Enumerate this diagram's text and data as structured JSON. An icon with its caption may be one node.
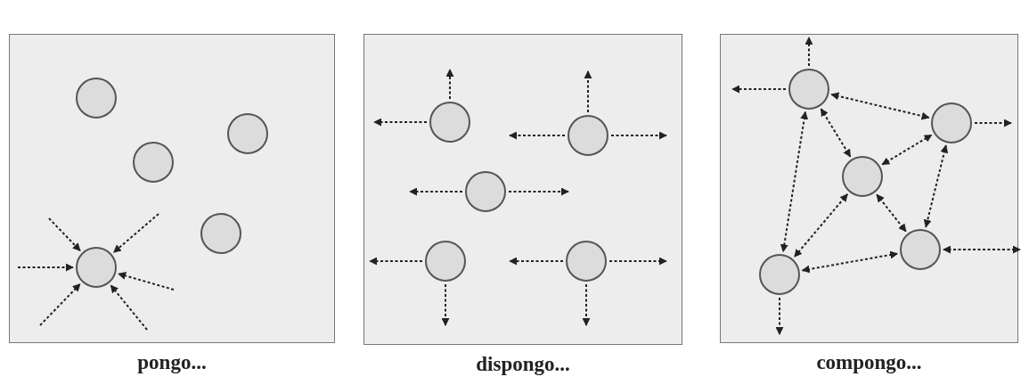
{
  "diagram": {
    "nodes": [
      {
        "text": [
          "pongo..."
        ]
      },
      {
        "text": [],
        "shape": "circle",
        "in": 0
      },
      {
        "text": [],
        "shape": "circle",
        "in": 0
      },
      {
        "text": [],
        "shape": "circle",
        "in": 0
      },
      {
        "text": [],
        "shape": "circle",
        "in": 0
      },
      {
        "text": [],
        "shape": "circle",
        "in": 0
      },
      {
        "text": [
          "dispongo..."
        ]
      },
      {
        "text": [],
        "shape": "circle",
        "in": 6
      },
      {
        "text": [],
        "shape": "circle",
        "in": 6
      },
      {
        "text": [],
        "shape": "circle",
        "in": 6
      },
      {
        "text": [],
        "shape": "circle",
        "in": 6
      },
      {
        "text": [],
        "shape": "circle",
        "in": 6
      },
      {
        "text": [
          "compongo..."
        ]
      },
      {
        "text": [],
        "shape": "circle",
        "in": 12
      },
      {
        "text": [],
        "shape": "circle",
        "in": 12
      },
      {
        "text": [],
        "shape": "circle",
        "in": 12
      },
      {
        "text": [],
        "shape": "circle",
        "in": 12
      },
      {
        "text": [],
        "shape": "circle",
        "in": 12
      }
    ],
    "edges": [
      {
        "from": null,
        "to": 5,
        "arrow": "to",
        "style": "dashed"
      },
      {
        "from": null,
        "to": 5,
        "arrow": "to",
        "style": "dashed"
      },
      {
        "from": null,
        "to": 5,
        "arrow": "to",
        "style": "dashed"
      },
      {
        "from": null,
        "to": 5,
        "arrow": "to",
        "style": "dashed"
      },
      {
        "from": null,
        "to": 5,
        "arrow": "to",
        "style": "dashed"
      },
      {
        "from": null,
        "to": 5,
        "arrow": "to",
        "style": "dashed"
      },
      {
        "from": 7,
        "to": null,
        "arrow": "to",
        "style": "dashed"
      },
      {
        "from": 7,
        "to": null,
        "arrow": "to",
        "style": "dashed"
      },
      {
        "from": 8,
        "to": null,
        "arrow": "to",
        "style": "dashed"
      },
      {
        "from": 8,
        "to": null,
        "arrow": "to",
        "style": "dashed"
      },
      {
        "from": 8,
        "to": null,
        "arrow": "to",
        "style": "dashed"
      },
      {
        "from": 9,
        "to": null,
        "arrow": "to",
        "style": "dashed"
      },
      {
        "from": 9,
        "to": null,
        "arrow": "to",
        "style": "dashed"
      },
      {
        "from": 10,
        "to": null,
        "arrow": "to",
        "style": "dashed"
      },
      {
        "from": 10,
        "to": null,
        "arrow": "to",
        "style": "dashed"
      },
      {
        "from": 11,
        "to": null,
        "arrow": "to",
        "style": "dashed"
      },
      {
        "from": 11,
        "to": null,
        "arrow": "to",
        "style": "dashed"
      },
      {
        "from": 11,
        "to": null,
        "arrow": "to",
        "style": "dashed"
      },
      {
        "from": 13,
        "to": null,
        "arrow": "to",
        "style": "dashed"
      },
      {
        "from": 13,
        "to": null,
        "arrow": "to",
        "style": "dashed"
      },
      {
        "from": 13,
        "to": 14,
        "arrow": "both",
        "style": "dashed"
      },
      {
        "from": 13,
        "to": 15,
        "arrow": "both",
        "style": "dashed"
      },
      {
        "from": 13,
        "to": 17,
        "arrow": "both",
        "style": "dashed"
      },
      {
        "from": 14,
        "to": null,
        "arrow": "to",
        "style": "dashed"
      },
      {
        "from": 15,
        "to": 14,
        "arrow": "both",
        "style": "dashed"
      },
      {
        "from": 14,
        "to": 16,
        "arrow": "both",
        "style": "dashed"
      },
      {
        "from": 15,
        "to": 17,
        "arrow": "both",
        "style": "dashed"
      },
      {
        "from": 15,
        "to": 16,
        "arrow": "both",
        "style": "dashed"
      },
      {
        "from": 17,
        "to": 16,
        "arrow": "both",
        "style": "dashed"
      },
      {
        "from": 16,
        "to": null,
        "arrow": "both",
        "style": "dashed"
      },
      {
        "from": 17,
        "to": null,
        "arrow": "to",
        "style": "dashed"
      }
    ]
  }
}
